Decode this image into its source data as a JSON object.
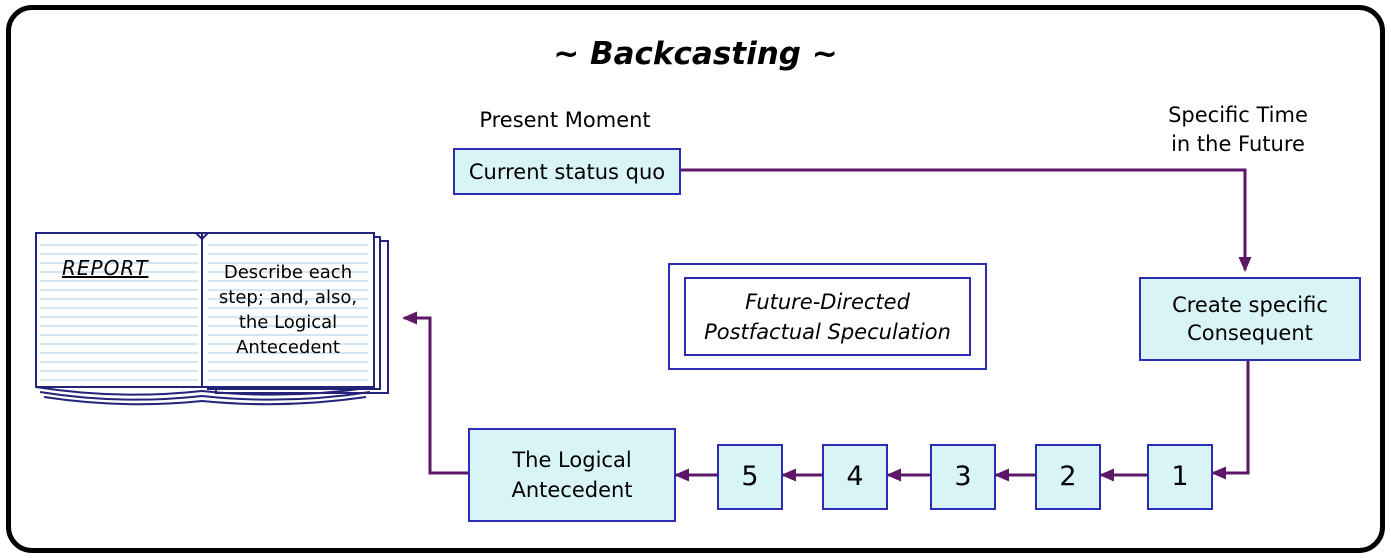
{
  "title": "~ Backcasting ~",
  "labels": {
    "present_moment": "Present Moment",
    "specific_time_lines": [
      "Specific Time",
      "in the Future"
    ]
  },
  "boxes": {
    "current_status_quo": "Current status quo",
    "create_consequent_lines": [
      "Create specific",
      "Consequent"
    ],
    "speculation_lines": [
      "Future-Directed",
      "Postfactual Speculation"
    ],
    "logical_antecedent_lines": [
      "The Logical",
      "Antecedent"
    ],
    "steps": [
      "1",
      "2",
      "3",
      "4",
      "5"
    ]
  },
  "book": {
    "report_label": "REPORT",
    "description_lines": [
      "Describe each",
      "step; and, also,",
      "the Logical",
      "Antecedent"
    ]
  },
  "colors": {
    "box_fill": "#d9f4f7",
    "box_border": "#2b2bb6",
    "arrow": "#5e1766",
    "frame": "#000000",
    "book_rule": "#a9cde8",
    "book_outline": "#23237a"
  }
}
